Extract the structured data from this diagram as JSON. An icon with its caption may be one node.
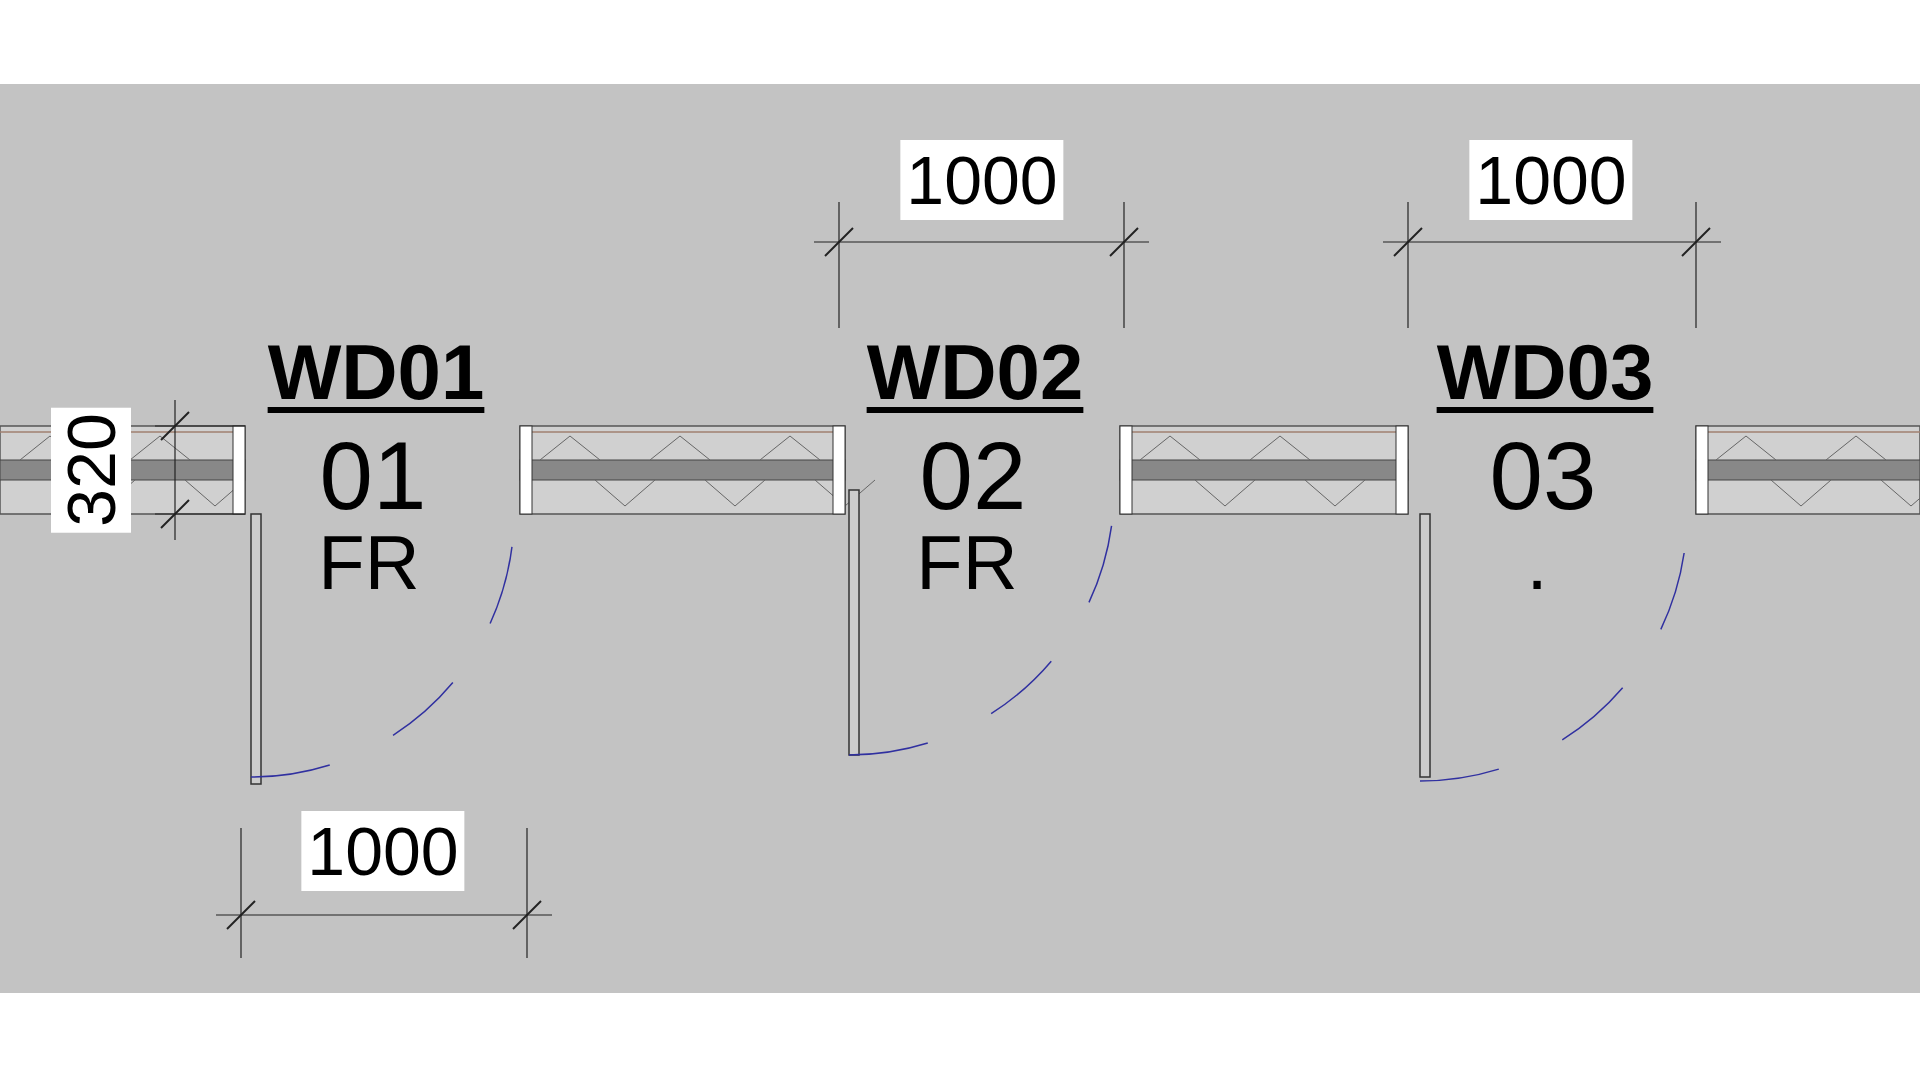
{
  "diagram": {
    "labels": [
      "1000",
      "1000",
      "320",
      "WD01",
      "01",
      "FR",
      "WD02",
      "02",
      "FR",
      "WD03",
      "03",
      ".",
      "1000"
    ]
  }
}
